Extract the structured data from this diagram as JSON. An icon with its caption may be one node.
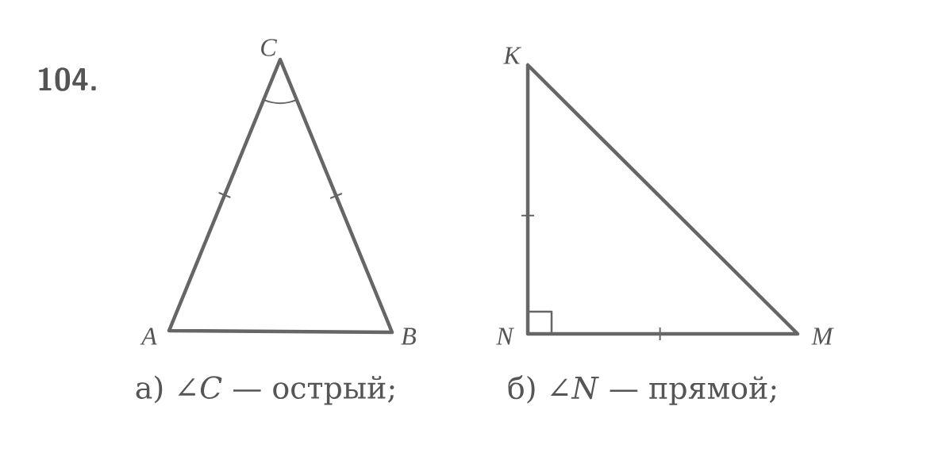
{
  "diagram": {
    "labels": [
      "104.",
      "C",
      "K",
      "A",
      "B",
      "N",
      "M",
      "а) ∠*C* — острый;",
      "б) ∠*N* — прямой;"
    ]
  }
}
